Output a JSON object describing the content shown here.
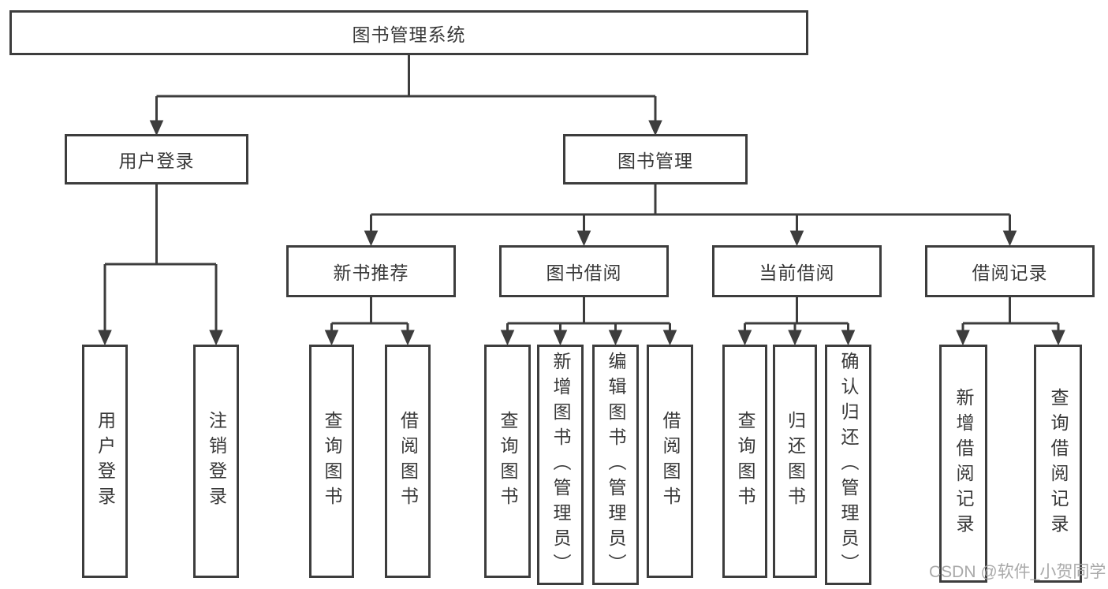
{
  "root": {
    "label": "图书管理系统"
  },
  "tree": [
    {
      "label": "用户登录",
      "children": [
        {
          "label": "用户登录"
        },
        {
          "label": "注销登录"
        }
      ]
    },
    {
      "label": "图书管理",
      "children": [
        {
          "label": "新书推荐",
          "children": [
            {
              "label": "查询图书"
            },
            {
              "label": "借阅图书"
            }
          ]
        },
        {
          "label": "图书借阅",
          "children": [
            {
              "label": "查询图书"
            },
            {
              "label": "新增图书（管理员）"
            },
            {
              "label": "编辑图书（管理员）"
            },
            {
              "label": "借阅图书"
            }
          ]
        },
        {
          "label": "当前借阅",
          "children": [
            {
              "label": "查询图书"
            },
            {
              "label": "归还图书"
            },
            {
              "label": "确认归还（管理员）"
            }
          ]
        },
        {
          "label": "借阅记录",
          "children": [
            {
              "label": "新增借阅记录"
            },
            {
              "label": "查询借阅记录"
            }
          ]
        }
      ]
    }
  ],
  "watermark": "CSDN @软件_小贺同学",
  "colors": {
    "line": "#3d3d3d",
    "text": "#383838",
    "box_background": "#ffffff",
    "page_background": "#ffffff",
    "watermark": "#a2a2a2"
  }
}
